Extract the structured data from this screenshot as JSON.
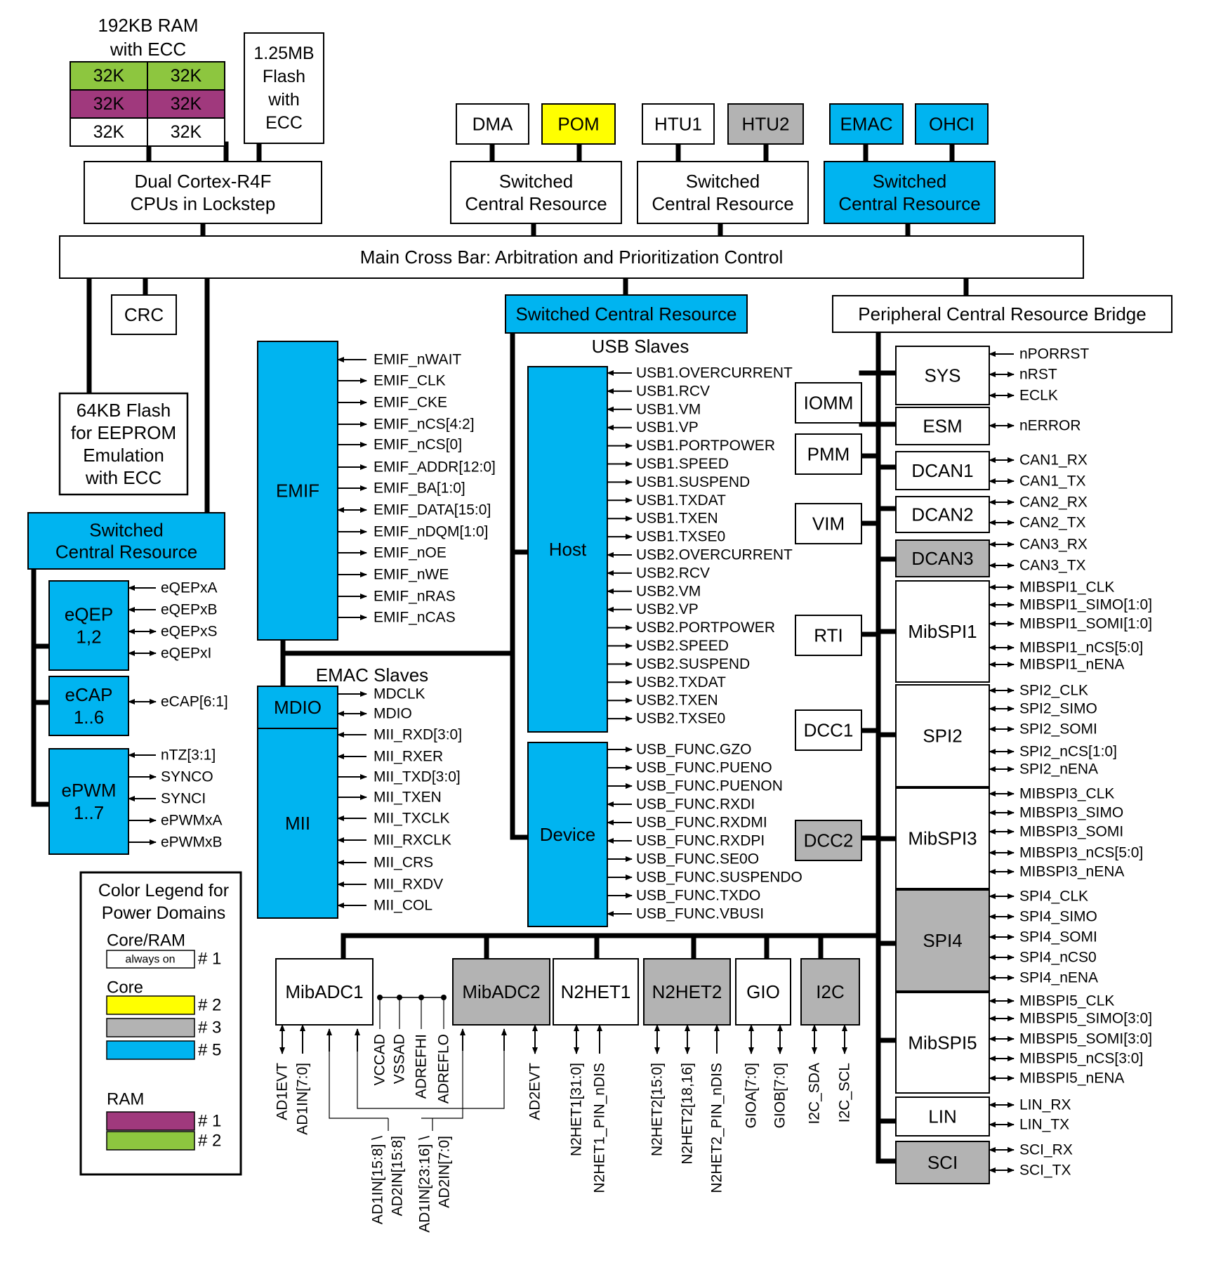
{
  "colors": {
    "white": "#ffffff",
    "yellow": "#ffff00",
    "gray": "#b3b3b3",
    "blue": "#00b4f0",
    "magenta": "#a0397d",
    "green": "#8dc63f"
  },
  "ram": {
    "title_line1": "192KB RAM",
    "title_line2": "with ECC",
    "cell": "32K"
  },
  "flash": {
    "l1": "1.25MB",
    "l2": "Flash",
    "l3": "with",
    "l4": "ECC"
  },
  "cpu": {
    "l1": "Dual Cortex-R4F",
    "l2": "CPUs in Lockstep"
  },
  "top": {
    "dma": "DMA",
    "pom": "POM",
    "htu1": "HTU1",
    "htu2": "HTU2",
    "emac": "EMAC",
    "ohci": "OHCI",
    "scr_l1": "Switched",
    "scr_l2": "Central Resource"
  },
  "crossbar": "Main Cross Bar: Arbitration and Prioritization Control",
  "crc": "CRC",
  "scr_usb": "Switched Central Resource",
  "pcrb": "Peripheral Central Resource Bridge",
  "eeprom": {
    "l1": "64KB Flash",
    "l2": "for EEPROM",
    "l3": "Emulation",
    "l4": "with ECC"
  },
  "scr_left": {
    "l1": "Switched",
    "l2": "Central Resource"
  },
  "eqep": {
    "l1": "eQEP",
    "l2": "1,2",
    "signals": [
      "eQEPxA",
      "eQEPxB",
      "eQEPxS",
      "eQEPxI"
    ]
  },
  "ecap": {
    "l1": "eCAP",
    "l2": "1..6",
    "signals": [
      "eCAP[6:1]"
    ]
  },
  "epwm": {
    "l1": "ePWM",
    "l2": "1..7",
    "signals": [
      "nTZ[3:1]",
      "SYNCO",
      "SYNCI",
      "ePWMxA",
      "ePWMxB"
    ]
  },
  "emif": {
    "label": "EMIF",
    "signals": [
      "EMIF_nWAIT",
      "EMIF_CLK",
      "EMIF_CKE",
      "EMIF_nCS[4:2]",
      "EMIF_nCS[0]",
      "EMIF_ADDR[12:0]",
      "EMIF_BA[1:0]",
      "EMIF_DATA[15:0]",
      "EMIF_nDQM[1:0]",
      "EMIF_nOE",
      "EMIF_nWE",
      "EMIF_nRAS",
      "EMIF_nCAS"
    ]
  },
  "emac_slaves": {
    "label": "EMAC Slaves",
    "mdio": "MDIO",
    "mii": "MII",
    "mdio_signals": [
      "MDCLK",
      "MDIO"
    ],
    "mii_signals": [
      "MII_RXD[3:0]",
      "MII_RXER",
      "MII_TXD[3:0]",
      "MII_TXEN",
      "MII_TXCLK",
      "MII_RXCLK",
      "MII_CRS",
      "MII_RXDV",
      "MII_COL"
    ]
  },
  "usb": {
    "label": "USB Slaves",
    "host": "Host",
    "device": "Device",
    "host_signals": [
      "USB1.OVERCURRENT",
      "USB1.RCV",
      "USB1.VM",
      "USB1.VP",
      "USB1.PORTPOWER",
      "USB1.SPEED",
      "USB1.SUSPEND",
      "USB1.TXDAT",
      "USB1.TXEN",
      "USB1.TXSE0",
      "USB2.OVERCURRENT",
      "USB2.RCV",
      "USB2.VM",
      "USB2.VP",
      "USB2.PORTPOWER",
      "USB2.SPEED",
      "USB2.SUSPEND",
      "USB2.TXDAT",
      "USB2.TXEN",
      "USB2.TXSE0"
    ],
    "device_signals": [
      "USB_FUNC.GZO",
      "USB_FUNC.PUENO",
      "USB_FUNC.PUENON",
      "USB_FUNC.RXDI",
      "USB_FUNC.RXDMI",
      "USB_FUNC.RXDPI",
      "USB_FUNC.SE0O",
      "USB_FUNC.SUSPENDO",
      "USB_FUNC.TXDO",
      "USB_FUNC.VBUSI"
    ]
  },
  "mid": {
    "iomm": "IOMM",
    "pmm": "PMM",
    "vim": "VIM",
    "rti": "RTI",
    "dcc1": "DCC1",
    "dcc2": "DCC2"
  },
  "periph": {
    "sys": {
      "label": "SYS",
      "signals": [
        "nPORRST",
        "nRST",
        "ECLK"
      ]
    },
    "esm": {
      "label": "ESM",
      "signals": [
        "nERROR"
      ]
    },
    "dcan1": {
      "label": "DCAN1",
      "signals": [
        "CAN1_RX",
        "CAN1_TX"
      ]
    },
    "dcan2": {
      "label": "DCAN2",
      "signals": [
        "CAN2_RX",
        "CAN2_TX"
      ]
    },
    "dcan3": {
      "label": "DCAN3",
      "signals": [
        "CAN3_RX",
        "CAN3_TX"
      ]
    },
    "mibspi1": {
      "label": "MibSPI1",
      "signals": [
        "MIBSPI1_CLK",
        "MIBSPI1_SIMO[1:0]",
        "MIBSPI1_SOMI[1:0]",
        "MIBSPI1_nCS[5:0]",
        "MIBSPI1_nENA"
      ]
    },
    "spi2": {
      "label": "SPI2",
      "signals": [
        "SPI2_CLK",
        "SPI2_SIMO",
        "SPI2_SOMI",
        "SPI2_nCS[1:0]",
        "SPI2_nENA"
      ]
    },
    "mibspi3": {
      "label": "MibSPI3",
      "signals": [
        "MIBSPI3_CLK",
        "MIBSPI3_SIMO",
        "MIBSPI3_SOMI",
        "MIBSPI3_nCS[5:0]",
        "MIBSPI3_nENA"
      ]
    },
    "spi4": {
      "label": "SPI4",
      "signals": [
        "SPI4_CLK",
        "SPI4_SIMO",
        "SPI4_SOMI",
        "SPI4_nCS0",
        "SPI4_nENA"
      ]
    },
    "mibspi5": {
      "label": "MibSPI5",
      "signals": [
        "MIBSPI5_CLK",
        "MIBSPI5_SIMO[3:0]",
        "MIBSPI5_SOMI[3:0]",
        "MIBSPI5_nCS[3:0]",
        "MIBSPI5_nENA"
      ]
    },
    "lin": {
      "label": "LIN",
      "signals": [
        "LIN_RX",
        "LIN_TX"
      ]
    },
    "sci": {
      "label": "SCI",
      "signals": [
        "SCI_RX",
        "SCI_TX"
      ]
    }
  },
  "bottom": {
    "mibadc1": "MibADC1",
    "mibadc2": "MibADC2",
    "n2het1": "N2HET1",
    "n2het2": "N2HET2",
    "gio": "GIO",
    "i2c": "I2C",
    "signals": [
      "AD1EVT",
      "AD1IN[7:0]",
      "VCCAD",
      "VSSAD",
      "ADREFHI",
      "ADREFLO",
      "AD1IN[15:8] \\",
      "AD2IN[15:8]",
      "AD1IN[23:16] \\",
      "AD2IN[7:0]",
      "AD2EVT",
      "N2HET1[31:0]",
      "N2HET1_PIN_nDIS",
      "N2HET2[15:0]",
      "N2HET2[18,16]",
      "N2HET2_PIN_nDIS",
      "GIOA[7:0]",
      "GIOB[7:0]",
      "I2C_SDA",
      "I2C_SCL"
    ]
  },
  "legend": {
    "title_l1": "Color Legend for",
    "title_l2": "Power Domains",
    "core_ram": "Core/RAM",
    "always_on": "always on",
    "core": "Core",
    "ram": "RAM",
    "n1": "# 1",
    "n2": "# 2",
    "n3": "# 3",
    "n5": "# 5"
  }
}
